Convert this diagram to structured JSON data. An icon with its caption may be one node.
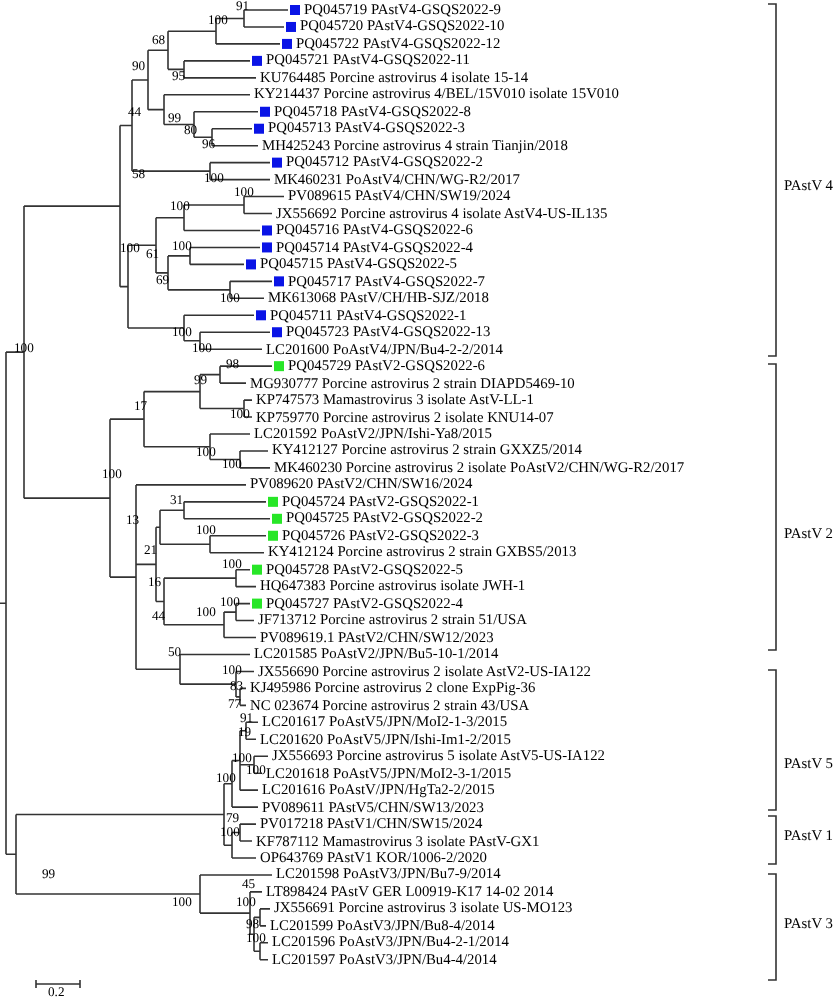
{
  "diagram": {
    "labels": [
      "PQ045719 PAstV4-GSQS2022-9",
      "PQ045720 PAstV4-GSQS2022-10",
      "PQ045722 PAstV4-GSQS2022-12",
      "PQ045721 PAstV4-GSQS2022-11",
      "KU764485 Porcine astrovirus 4 isolate 15-14",
      "KY214437 Porcine astrovirus 4/BEL/15V010 isolate 15V010",
      "PQ045718 PAstV4-GSQS2022-8",
      "PQ045713 PAstV4-GSQS2022-3",
      "MH425243 Porcine astrovirus 4 strain Tianjin/2018",
      "PQ045712 PAstV4-GSQS2022-2",
      "MK460231 PoAstV4/CHN/WG-R2/2017",
      "PV089615 PAstV4/CHN/SW19/2024",
      "JX556692 Porcine astrovirus 4 isolate AstV4-US-IL135",
      "PQ045716 PAstV4-GSQS2022-6",
      "PQ045714 PAstV4-GSQS2022-4",
      "PQ045715 PAstV4-GSQS2022-5",
      "PQ045717 PAstV4-GSQS2022-7",
      "MK613068 PAstV/CH/HB-SJZ/2018",
      "PQ045711 PAstV4-GSQS2022-1",
      "PQ045723 PAstV4-GSQS2022-13",
      "LC201600 PoAstV4/JPN/Bu4-2-2/2014",
      "PQ045729 PAstV2-GSQS2022-6",
      "MG930777 Porcine astrovirus 2 strain DIAPD5469-10",
      "KP747573 Mamastrovirus 3 isolate AstV-LL-1",
      "KP759770 Porcine astrovirus 2 isolate KNU14-07",
      "LC201592 PoAstV2/JPN/Ishi-Ya8/2015",
      "KY412127 Porcine astrovirus 2 strain GXXZ5/2014",
      "MK460230 Porcine astrovirus 2 isolate PoAstV2/CHN/WG-R2/2017",
      "PV089620 PAstV2/CHN/SW16/2024",
      "PQ045724 PAstV2-GSQS2022-1",
      "PQ045725 PAstV2-GSQS2022-2",
      "PQ045726 PAstV2-GSQS2022-3",
      "KY412124 Porcine astrovirus 2 strain GXBS5/2013",
      "PQ045728 PAstV2-GSQS2022-5",
      "HQ647383 Porcine astrovirus isolate JWH-1",
      "PQ045727 PAstV2-GSQS2022-4",
      "JF713712 Porcine astrovirus 2 strain 51/USA",
      "PV089619.1 PAstV2/CHN/SW12/2023",
      "LC201585 PoAstV2/JPN/Bu5-10-1/2014",
      "JX556690 Porcine astrovirus 2 isolate AstV2-US-IA122",
      "KJ495986 Porcine astrovirus 2 clone ExpPig-36",
      "NC 023674 Porcine astrovirus 2 strain 43/USA",
      "LC201617 PoAstV5/JPN/MoI2-1-3/2015",
      "LC201620 PoAstV5/JPN/Ishi-Im1-2/2015",
      "JX556693 Porcine astrovirus 5 isolate AstV5-US-IA122",
      "LC201618 PoAstV5/JPN/MoI2-3-1/2015",
      "LC201616 PoAstV/JPN/HgTa2-2/2015",
      "PV089611 PAstV5/CHN/SW13/2023",
      "PV017218 PAstV1/CHN/SW15/2024",
      "KF787112 Mamastrovirus 3 isolate PAstV-GX1",
      "OP643769 PAstV1 KOR/1006-2/2020",
      "LC201598 PoAstV3/JPN/Bu7-9/2014",
      "LT898424 PAstV GER L00919-K17 14-02 2014",
      "JX556691 Porcine astrovirus 3 isolate US-MO123",
      "LC201599 PoAstV3/JPN/Bu8-4/2014",
      "LC201596 PoAstV3/JPN/Bu4-2-1/2014",
      "LC201597 PoAstV3/JPN/Bu4-4/2014",
      "PAstV 4",
      "PAstV 2",
      "PAstV 5",
      "PAstV 1",
      "PAstV 3",
      "91",
      "100",
      "68",
      "90",
      "95",
      "44",
      "99",
      "80",
      "96",
      "58",
      "100",
      "100",
      "100",
      "100",
      "61",
      "100",
      "69",
      "100",
      "100",
      "100",
      "100",
      "98",
      "99",
      "17",
      "100",
      "100",
      "100",
      "100",
      "31",
      "13",
      "100",
      "21",
      "100",
      "16",
      "100",
      "44",
      "100",
      "50",
      "100",
      "83",
      "77",
      "91",
      "19",
      "100",
      "100",
      "100",
      "79",
      "100",
      "99",
      "100",
      "45",
      "100",
      "98",
      "100",
      "0.2"
    ]
  }
}
